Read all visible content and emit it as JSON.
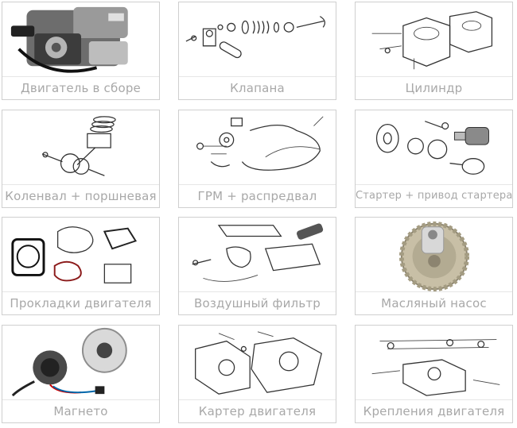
{
  "catalog": {
    "items": [
      {
        "label": "Двигатель в сборе",
        "icon": "engine-assembly-photo"
      },
      {
        "label": "Клапана",
        "icon": "valves-diagram"
      },
      {
        "label": "Цилиндр",
        "icon": "cylinder-diagram"
      },
      {
        "label": "Коленвал + поршневая",
        "icon": "crankshaft-piston-diagram"
      },
      {
        "label": "ГРМ + распредвал",
        "icon": "timing-camshaft-diagram"
      },
      {
        "label": "Стартер + привод стартера",
        "icon": "starter-drive-diagram"
      },
      {
        "label": "Прокладки двигателя",
        "icon": "engine-gaskets-diagram"
      },
      {
        "label": "Воздушный фильтр",
        "icon": "air-filter-diagram"
      },
      {
        "label": "Масляный насос",
        "icon": "oil-pump-photo"
      },
      {
        "label": "Магнето",
        "icon": "magneto-photo"
      },
      {
        "label": "Картер двигателя",
        "icon": "crankcase-diagram"
      },
      {
        "label": "Крепления двигателя",
        "icon": "engine-mounts-diagram"
      }
    ]
  }
}
